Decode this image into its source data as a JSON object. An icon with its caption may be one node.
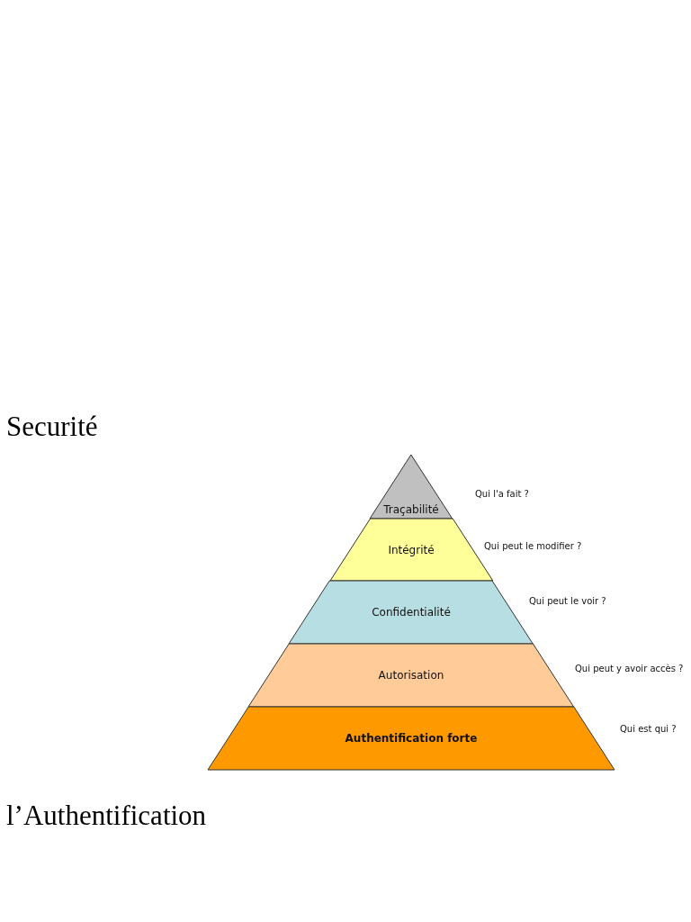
{
  "diagram": {
    "title": "Securité",
    "nodes": [
      {
        "text": [
          "Traçabilité"
        ],
        "beside": [
          "Qui l'a fait ?"
        ]
      },
      {
        "text": [
          "Intégrité"
        ],
        "beside": [
          "Qui peut le modifier ?"
        ]
      },
      {
        "text": [
          "Confidentialité"
        ],
        "beside": [
          "Qui peut le voir ?"
        ]
      },
      {
        "text": [
          "Autorisation"
        ],
        "beside": [
          "Qui peut y avoir accès ?"
        ]
      },
      {
        "text": [
          "Authentification forte"
        ],
        "beside": [
          "Qui est qui ?"
        ]
      }
    ],
    "labels": [
      "l’Authentification"
    ]
  }
}
